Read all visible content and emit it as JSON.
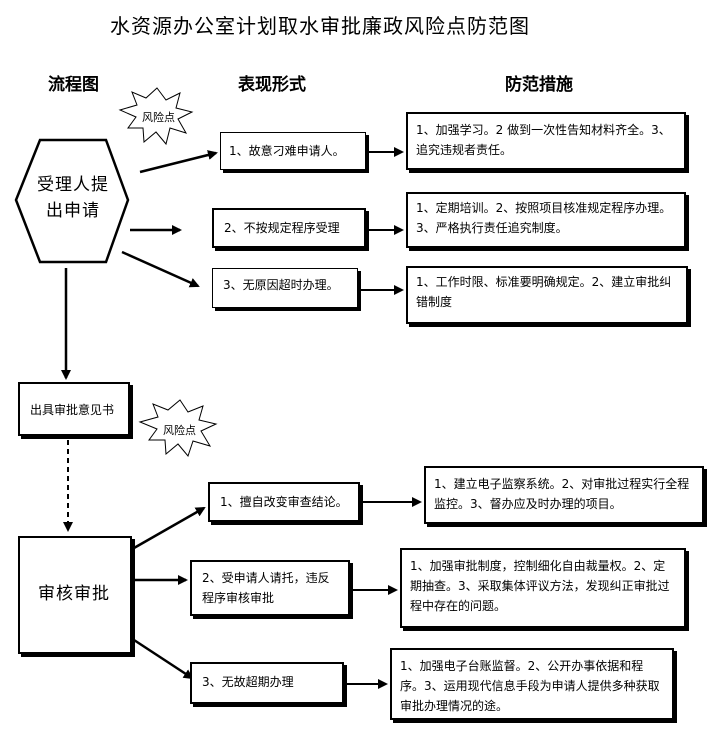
{
  "title": "水资源办公室计划取水审批廉政风险点防范图",
  "headers": {
    "flow": "流程图",
    "form": "表现形式",
    "measures": "防范措施"
  },
  "risk_label": "风险点",
  "stage1": {
    "node": "受理人提出申请",
    "items": [
      {
        "form": "1、故意刁难申请人。",
        "measure": "1、加强学习。2 做到一次性告知材料齐全。3、追究违规者责任。"
      },
      {
        "form": "2、不按规定程序受理",
        "measure": "1、定期培训。2、按照项目核准规定程序办理。3、严格执行责任追究制度。"
      },
      {
        "form": "3、无原因超时办理。",
        "measure": "1、工作时限、标准要明确规定。2、建立审批纠错制度"
      }
    ]
  },
  "stage2": {
    "node": "出具审批意见书"
  },
  "stage3": {
    "node": "审核审批",
    "items": [
      {
        "form": "1、擅自改变审查结论。",
        "measure": "1、建立电子监察系统。2、对审批过程实行全程监控。3、督办应及时办理的项目。"
      },
      {
        "form": "2、受申请人请托，违反程序审核审批",
        "measure": "1、加强审批制度，控制细化自由裁量权。2、定期抽查。3、采取集体评议方法，发现纠正审批过程中存在的问题。"
      },
      {
        "form": "3、无故超期办理",
        "measure": "1、加强电子台账监督。2、公开办事依据和程序。3、运用现代信息手段为申请人提供多种获取审批办理情况的途。"
      }
    ]
  }
}
